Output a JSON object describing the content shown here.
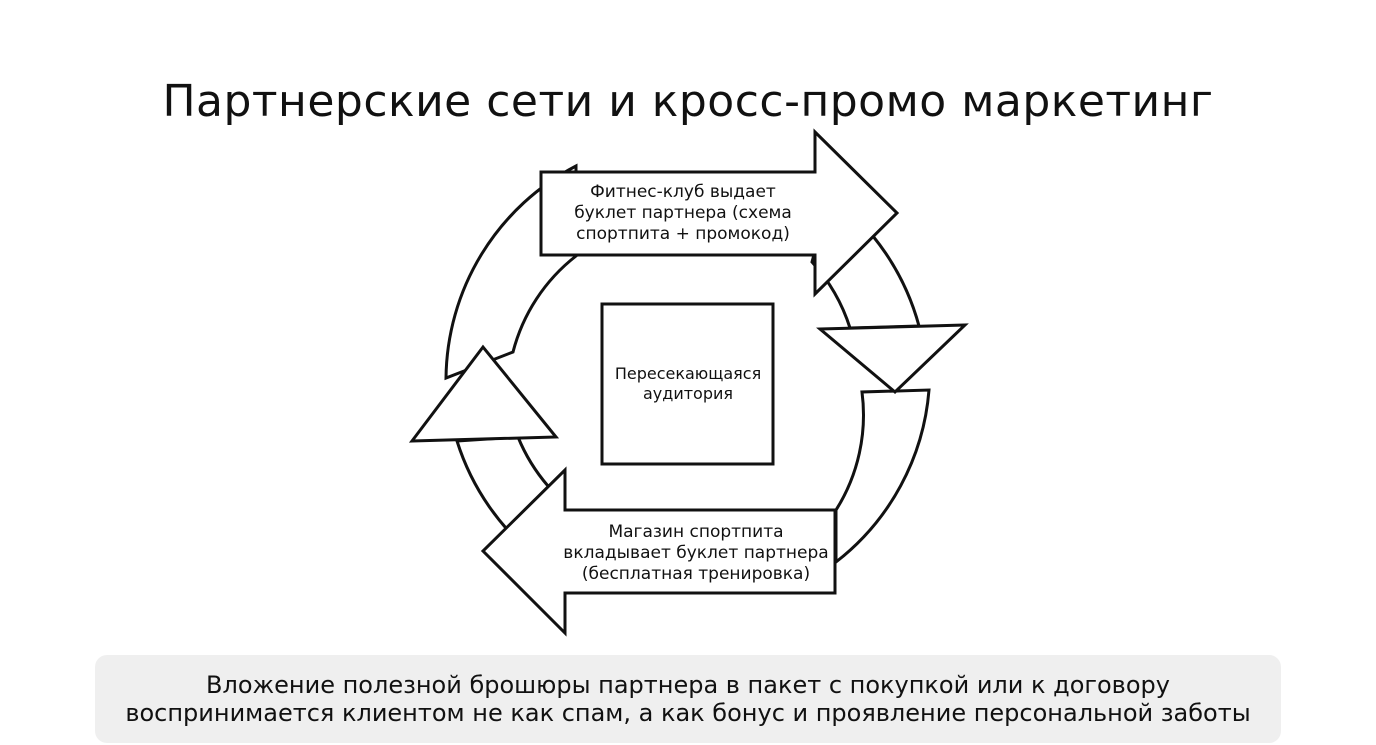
{
  "title": "Партнерские сети и кросс-промо маркетинг",
  "diagram": {
    "top_arrow_lines": [
      "Фитнес-клуб выдает",
      "буклет партнера (схема",
      "спортпита + промокод)"
    ],
    "center_lines": [
      "Пересекающаяся",
      "аудитория"
    ],
    "bottom_arrow_lines": [
      "Магазин спортпита",
      "вкладывает буклет партнера",
      "(бесплатная тренировка)"
    ]
  },
  "note": {
    "lines": [
      "Вложение полезной брошюры партнера в пакет с покупкой или к договору",
      "воспринимается клиентом не как спам, а как бонус и проявление персональной заботы"
    ],
    "background": "#efefef"
  },
  "colors": {
    "stroke": "#111111",
    "fill": "#ffffff"
  }
}
